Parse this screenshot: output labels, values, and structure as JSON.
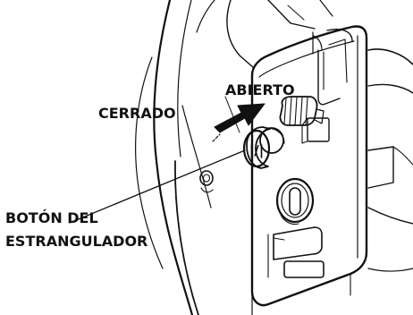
{
  "labels": {
    "abierto": "ABIERTO",
    "cerrado": "CERRADO",
    "choke_line1": "BOTÓN DEL",
    "choke_line2": "ESTRANGULADOR"
  },
  "choke_symbol": "|/|",
  "colors": {
    "ink": "#111111",
    "background": "#ffffff",
    "arrow": "#111111"
  },
  "icons": {
    "direction_arrow": "arrow-right-icon",
    "choke_knob": "choke-knob-icon"
  }
}
